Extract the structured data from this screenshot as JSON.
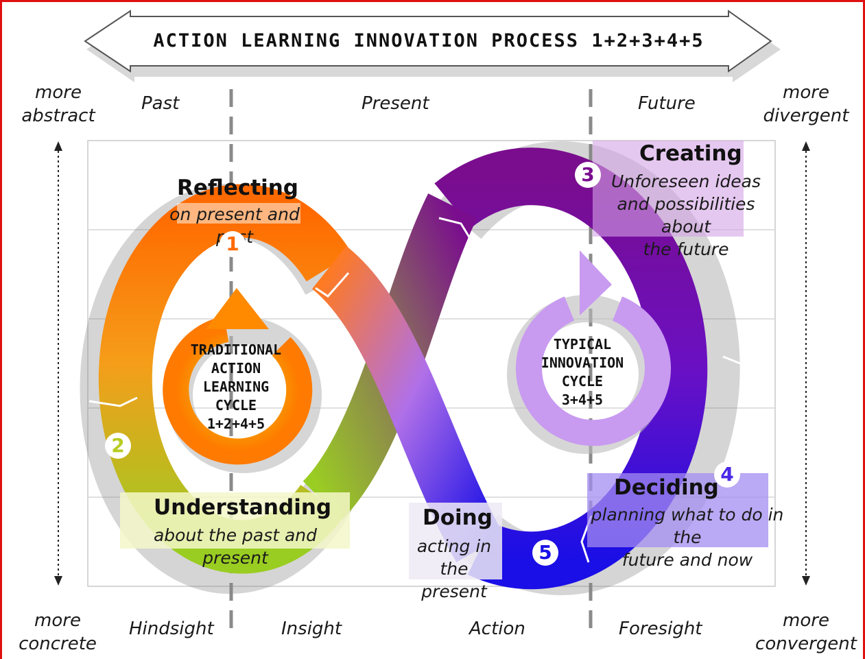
{
  "title": "ACTION LEARNING INNOVATION PROCESS 1+2+3+4+5",
  "axis": {
    "top_left": "more\nabstract",
    "top_right": "more\ndivergent",
    "bottom_left": "more\nconcrete",
    "bottom_right": "more\nconvergent"
  },
  "time_labels": {
    "past": "Past",
    "present": "Present",
    "future": "Future"
  },
  "bottom_labels": {
    "hindsight": "Hindsight",
    "insight": "Insight",
    "action": "Action",
    "foresight": "Foresight"
  },
  "stages": {
    "reflecting": {
      "number": "1",
      "heading": "Reflecting",
      "sub": "on present and past"
    },
    "understanding": {
      "number": "2",
      "heading": "Understanding",
      "sub": "about the past and present"
    },
    "creating": {
      "number": "3",
      "heading": "Creating",
      "sub": "Unforeseen ideas\nand possibilities about\nthe future"
    },
    "deciding": {
      "number": "4",
      "heading": "Deciding",
      "sub": "planning what to do in the\nfuture and now"
    },
    "doing": {
      "number": "5",
      "heading": "Doing",
      "sub": "acting in\nthe present"
    }
  },
  "cycles": {
    "traditional": "TRADITIONAL\nACTION\nLEARNING\nCYCLE\n1+2+4+5",
    "innovation": "TYPICAL\nINNOVATION\nCYCLE\n3+4+5"
  },
  "colors": {
    "orange": "#ff6a00",
    "amber": "#f59d1a",
    "green": "#9acd22",
    "purple": "#7a0d8e",
    "blue": "#1a0fe6",
    "lilac": "#c89af0",
    "frame": "#e01010"
  }
}
